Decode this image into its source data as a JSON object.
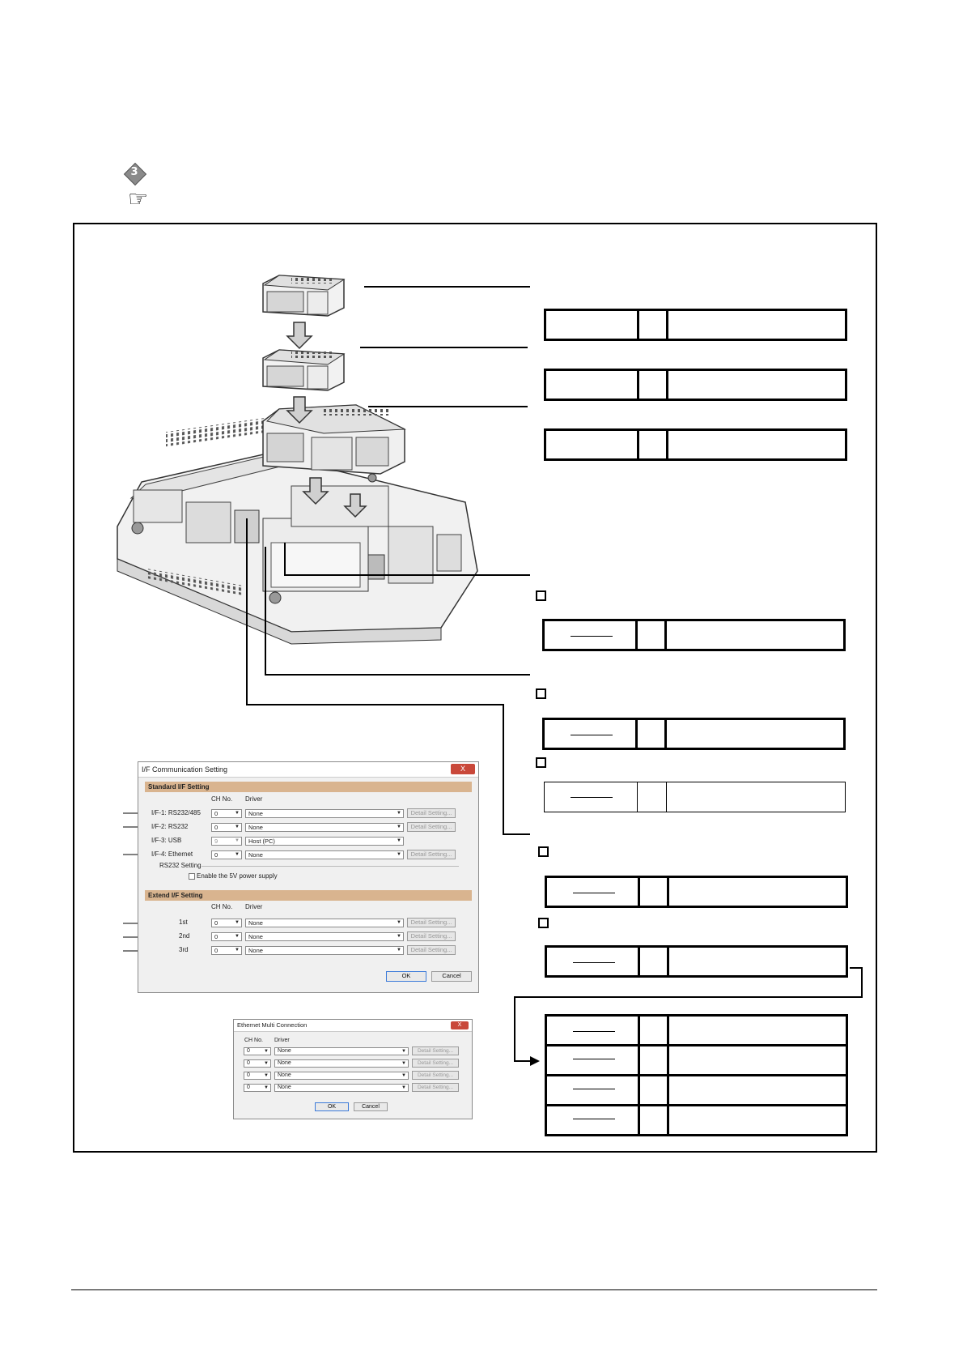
{
  "header": {
    "step_number": "3",
    "step_icon": "diamond-step-icon",
    "reference_icon": "pointing-hand-icon"
  },
  "if_dialog": {
    "title": "I/F Communication Setting",
    "close_label": "X",
    "standard_section": "Standard I/F Setting",
    "col_ch": "CH No.",
    "col_driver": "Driver",
    "rows": [
      {
        "label": "I/F-1:  RS232/485",
        "ch": "0",
        "driver": "None",
        "detail": "Detail Setting..."
      },
      {
        "label": "I/F-2:  RS232",
        "ch": "0",
        "driver": "None",
        "detail": "Detail Setting..."
      },
      {
        "label": "I/F-3:  USB",
        "ch": "9",
        "driver": "Host (PC)",
        "detail": ""
      },
      {
        "label": "I/F-4:  Ethernet",
        "ch": "0",
        "driver": "None",
        "detail": "Detail Setting..."
      }
    ],
    "rs232_group": "RS232 Setting",
    "rs232_checkbox": "Enable the 5V power supply",
    "extend_section": "Extend I/F Setting",
    "extend_col_ch": "CH No.",
    "extend_col_driver": "Driver",
    "extend_rows": [
      {
        "label": "1st",
        "ch": "0",
        "driver": "None",
        "detail": "Detail Setting..."
      },
      {
        "label": "2nd",
        "ch": "0",
        "driver": "None",
        "detail": "Detail Setting..."
      },
      {
        "label": "3rd",
        "ch": "0",
        "driver": "None",
        "detail": "Detail Setting..."
      }
    ],
    "ok_label": "OK",
    "cancel_label": "Cancel"
  },
  "eth_dialog": {
    "title": "Ethernet Multi Connection",
    "close_label": "X",
    "col_ch": "CH No.",
    "col_driver": "Driver",
    "rows": [
      {
        "ch": "0",
        "driver": "None",
        "detail": "Detail Setting..."
      },
      {
        "ch": "0",
        "driver": "None",
        "detail": "Detail Setting..."
      },
      {
        "ch": "0",
        "driver": "None",
        "detail": "Detail Setting..."
      },
      {
        "ch": "0",
        "driver": "None",
        "detail": "Detail Setting..."
      }
    ],
    "ok_label": "OK",
    "cancel_label": "Cancel"
  }
}
